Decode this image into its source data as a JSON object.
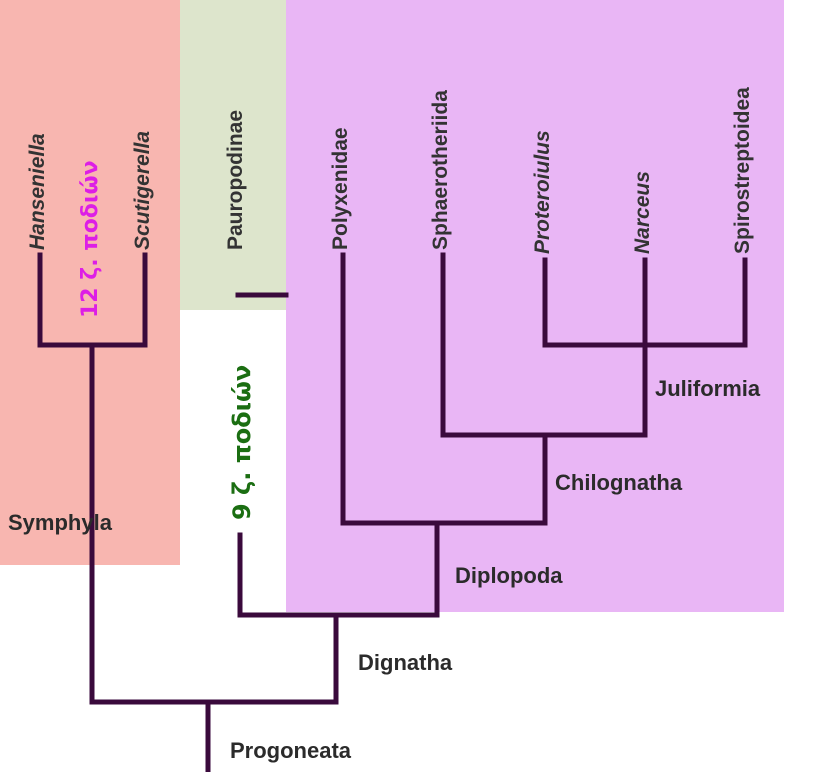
{
  "taxa": {
    "hanseniella": "Hanseniella",
    "scutigerella": "Scutigerella",
    "pauropodinae": "Pauropodinae",
    "polyxenidae": "Polyxenidae",
    "sphaerotheriida": "Sphaerotheriida",
    "proteroiulus": "Proteroiulus",
    "narceus": "Narceus",
    "spirostreptoidea": "Spirostreptoidea"
  },
  "clades": {
    "juliformia": "Juliformia",
    "chilognatha": "Chilognatha",
    "symphyla": "Symphyla",
    "diplopoda": "Diplopoda",
    "dignatha": "Dignatha",
    "progoneata": "Progoneata"
  },
  "annotations": {
    "symphyla_legs": "12 ζ. ποδιών",
    "pauropoda_legs": "9 ζ. ποδιών"
  },
  "colors": {
    "symphyla_region": "#f8b6b0",
    "pauropoda_region": "#dde5cc",
    "diplopoda_region": "#e9b6f5",
    "branch_lines": "#3a0a3c",
    "symphyla_annotation": "#dd1ee6",
    "pauropoda_annotation": "#1b6e12"
  }
}
